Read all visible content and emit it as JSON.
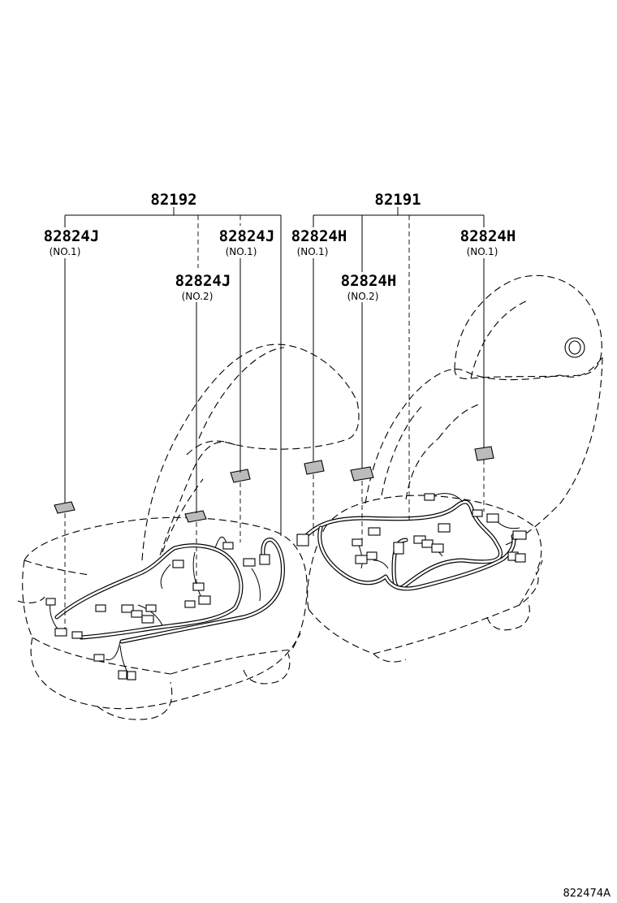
{
  "diagram": {
    "assemblies": [
      {
        "id": "left",
        "number": "82192"
      },
      {
        "id": "right",
        "number": "82191"
      }
    ],
    "callouts": [
      {
        "id": "lj1a",
        "number": "82824J",
        "sub": "(NO.1)"
      },
      {
        "id": "lj2",
        "number": "82824J",
        "sub": "(NO.2)"
      },
      {
        "id": "lj1b",
        "number": "82824J",
        "sub": "(NO.1)"
      },
      {
        "id": "rh1a",
        "number": "82824H",
        "sub": "(NO.1)"
      },
      {
        "id": "rh2",
        "number": "82824H",
        "sub": "(NO.2)"
      },
      {
        "id": "rh1b",
        "number": "82824H",
        "sub": "(NO.1)"
      }
    ],
    "reference_code": "822474A"
  }
}
